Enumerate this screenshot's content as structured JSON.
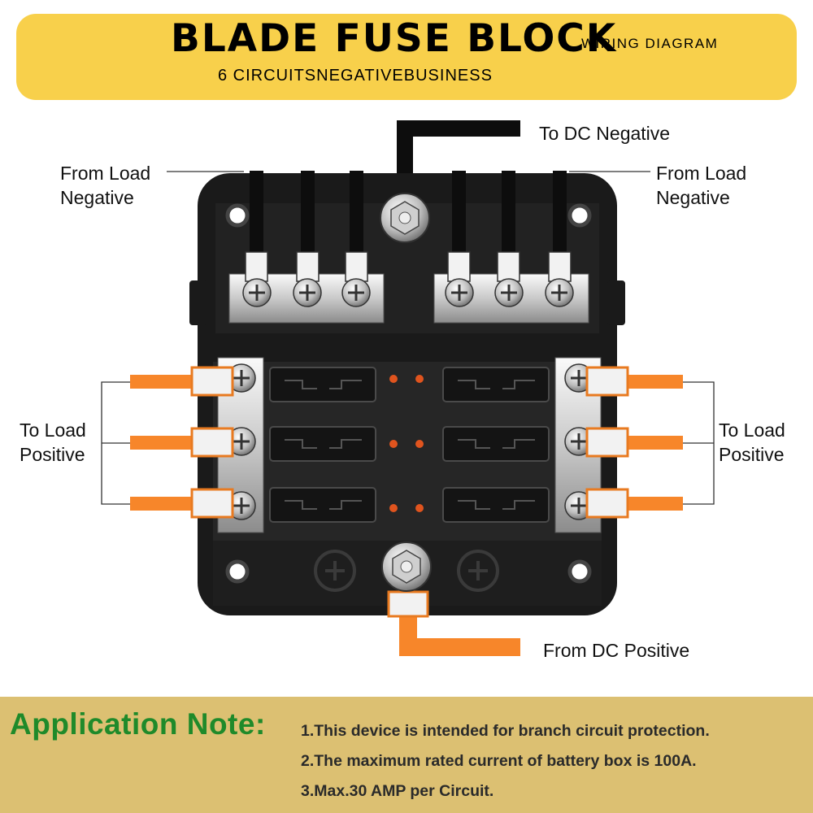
{
  "header": {
    "title": "BLADE FUSE BLOCK",
    "title_suffix": "WIRING DIAGRAM",
    "subtitle": "6 CIRCUITSNEGATIVEBUSINESS"
  },
  "labels": {
    "to_dc_negative": "To DC Negative",
    "from_load_negative_left": [
      "From Load",
      "Negative"
    ],
    "from_load_negative_right": [
      "From Load",
      "Negative"
    ],
    "to_load_positive_left": [
      "To Load",
      "Positive"
    ],
    "to_load_positive_right": [
      "To Load",
      "Positive"
    ],
    "from_dc_positive": "From DC Positive"
  },
  "application_note": {
    "title": "Application Note:",
    "lines": [
      "1.This device is intended for branch circuit protection.",
      "2.The maximum rated current of battery box is 100A.",
      "3.Max.30 AMP per Circuit."
    ]
  },
  "colors": {
    "banner": "#f8d04b",
    "note_band": "#dcc072",
    "note_title": "#1f8a2a",
    "positive_wire": "#f7862a",
    "negative_wire": "#0d0d0d",
    "block_body": "#1a1a1a",
    "led": "#e0541e"
  }
}
